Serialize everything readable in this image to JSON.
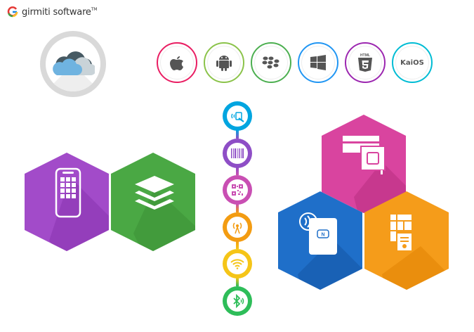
{
  "brand": {
    "name": "girmiti software",
    "trademark": "TM",
    "colors": {
      "g_red": "#e53935",
      "g_blue": "#1e88e5",
      "g_yellow": "#fbc02d",
      "g_green": "#43a047"
    }
  },
  "cloud": {
    "icon": "cloud-icon",
    "ring_color": "#d9d9d9"
  },
  "platforms": [
    {
      "icon": "apple-icon",
      "ring": "#e91e63"
    },
    {
      "icon": "android-icon",
      "ring": "#8bc34a"
    },
    {
      "icon": "blackberry-icon",
      "ring": "#4caf50"
    },
    {
      "icon": "windows-icon",
      "ring": "#2196f3"
    },
    {
      "icon": "html5-icon",
      "ring": "#9c27b0",
      "label": "HTML"
    },
    {
      "icon": "kaios-icon",
      "ring": "#00bcd4",
      "label": "KaiOS"
    }
  ],
  "connectivity": [
    {
      "icon": "nfc-hand-icon",
      "color": "#00a5e0"
    },
    {
      "icon": "barcode-icon",
      "color": "#8e4ec6"
    },
    {
      "icon": "qr-code-icon",
      "color": "#c94fb3"
    },
    {
      "icon": "antenna-icon",
      "color": "#f39c12"
    },
    {
      "icon": "wifi-icon",
      "color": "#f5c518"
    },
    {
      "icon": "bluetooth-icon",
      "color": "#2ebd59"
    }
  ],
  "hexagons_left": [
    {
      "icon": "smartphone-icon",
      "color": "#a24bc9"
    },
    {
      "icon": "layers-icon",
      "color": "#4aa844"
    }
  ],
  "hexagons_right": [
    {
      "icon": "card-terminal-icon",
      "color": "#d9449f"
    },
    {
      "icon": "nfc-card-icon",
      "color": "#1f6fc9"
    },
    {
      "icon": "sim-chip-icon",
      "color": "#f59c1a"
    }
  ]
}
